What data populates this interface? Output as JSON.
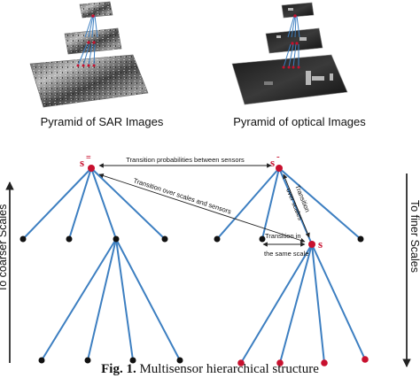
{
  "pyramids": {
    "sar_label": "Pyramid of SAR Images",
    "optical_label": "Pyramid of optical Images"
  },
  "scales": {
    "left_label": "To coarser Scales",
    "right_label": "To finer Scales"
  },
  "nodes": {
    "s_bar": "s",
    "s_bar_mark": "=",
    "s_minus": "s",
    "s_minus_mark": "-",
    "s_plain": "s"
  },
  "annotations": {
    "between_sensors": "Transition probabilities between sensors",
    "over_scales_sensors": "Transition over scales and sensors",
    "over_scales_line1": "Transition",
    "over_scales_line2": "over scales",
    "same_scale_line1": "Transition in",
    "same_scale_line2": "the same scale"
  },
  "caption": {
    "fig": "Fig. 1.",
    "text": " Multisensor hierarchical structure"
  },
  "colors": {
    "edge": "#3d7fc1",
    "node_black": "#111111",
    "node_red": "#c8102e",
    "arrow": "#222222"
  }
}
